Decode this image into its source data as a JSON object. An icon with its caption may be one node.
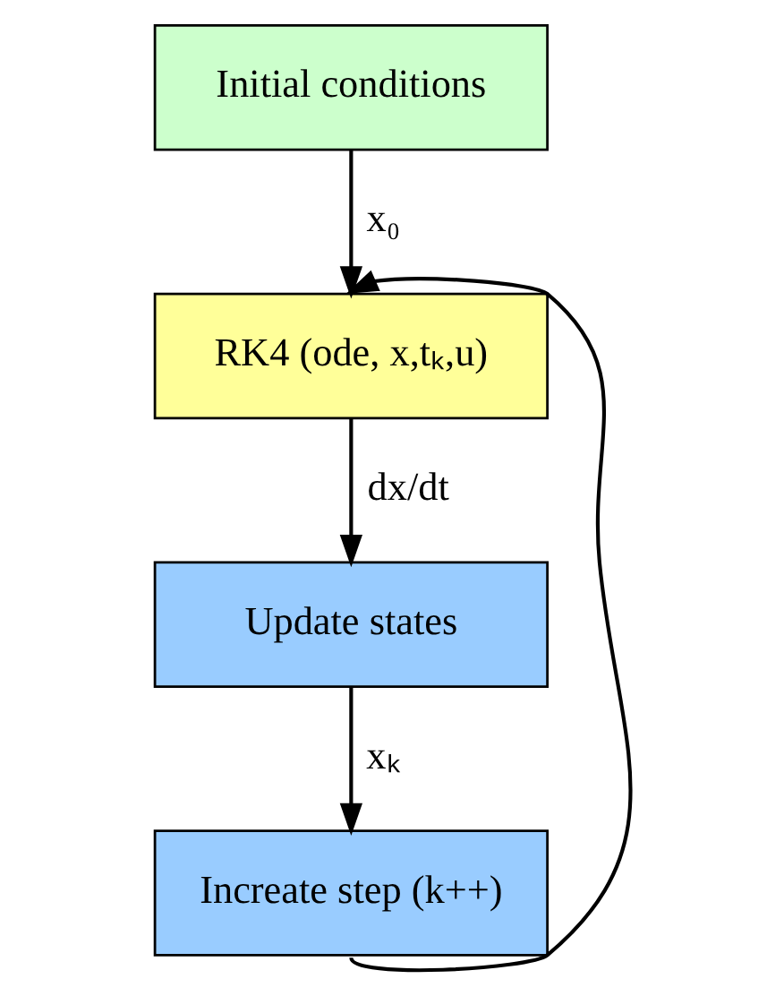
{
  "diagram": {
    "nodes": [
      {
        "text": [
          "Initial conditions"
        ]
      },
      {
        "text": [
          "RK4 (ode, x,tₖ,u)"
        ]
      },
      {
        "text": [
          "Update states"
        ]
      },
      {
        "text": [
          "Increate step (k++)"
        ]
      }
    ],
    "edges": [
      {
        "from": 0,
        "to": 1,
        "arrow": "to",
        "label": "x₀"
      },
      {
        "from": 1,
        "to": 2,
        "arrow": "to",
        "label": "dx/dt"
      },
      {
        "from": 2,
        "to": 3,
        "arrow": "to",
        "label": "xₖ"
      },
      {
        "from": 3,
        "to": 1,
        "arrow": "to"
      }
    ]
  }
}
